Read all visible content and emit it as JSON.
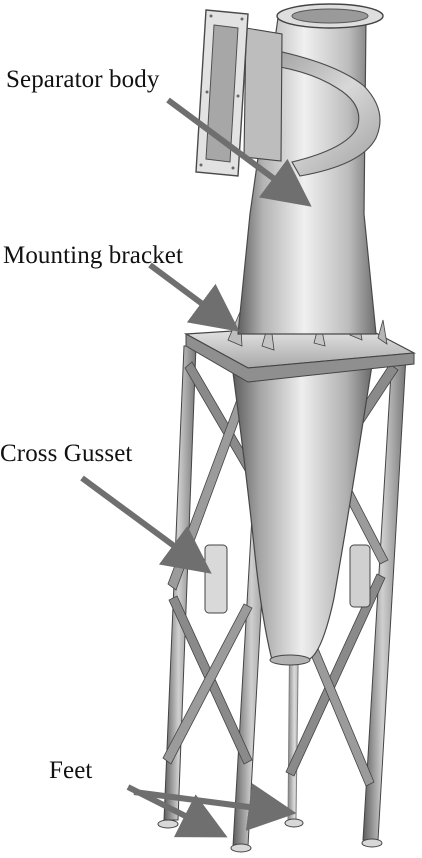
{
  "diagram": {
    "labels": {
      "separator_body": "Separator body",
      "mounting_bracket": "Mounting bracket",
      "cross_gusset": "Cross Gusset",
      "feet": "Feet"
    },
    "colors": {
      "background": "#ffffff",
      "arrow": "#6f6f6f",
      "text": "#111111",
      "steel_dark": "#4f4f4f",
      "steel_mid": "#9a9a9a",
      "steel_light": "#e6e6e6"
    }
  }
}
